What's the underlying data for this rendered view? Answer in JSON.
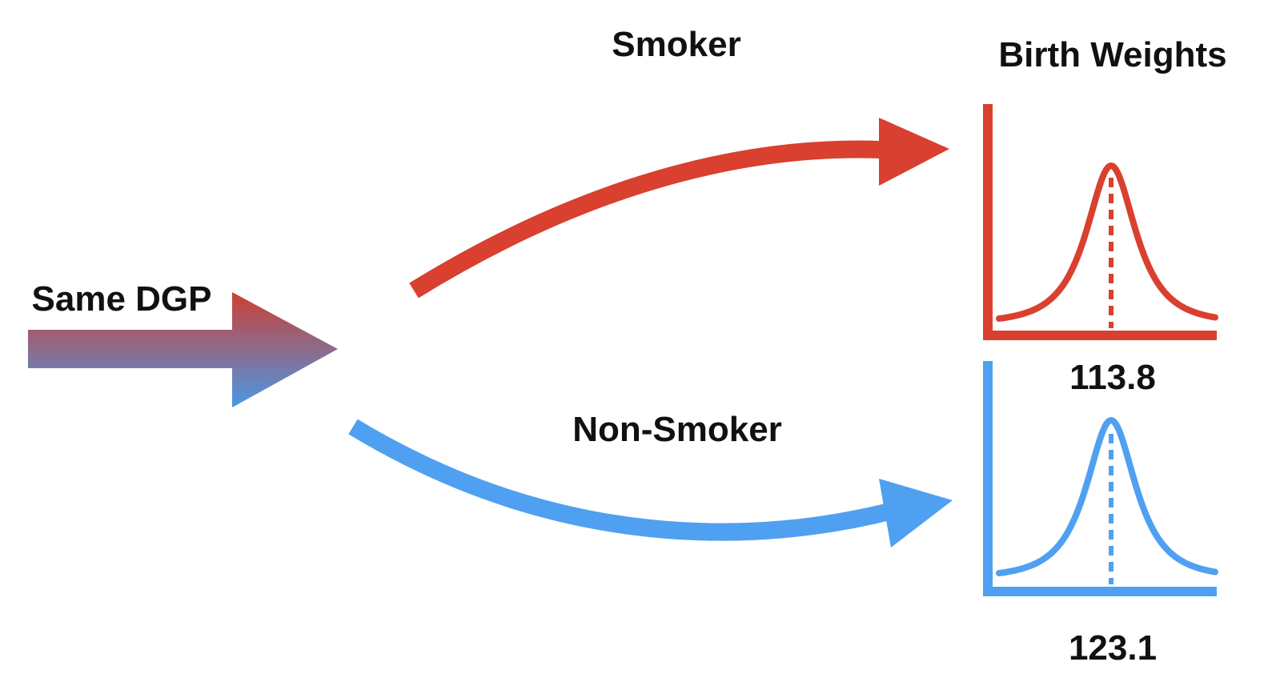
{
  "source_label": "Same DGP",
  "header_label": "Birth Weights",
  "branches": [
    {
      "label": "Smoker",
      "value": "113.8",
      "color": "#d9402f"
    },
    {
      "label": "Non-Smoker",
      "value": "123.1",
      "color": "#4fa0f0"
    }
  ],
  "source_gradient": {
    "top": "#cc3f33",
    "bottom": "#4a98e6"
  }
}
